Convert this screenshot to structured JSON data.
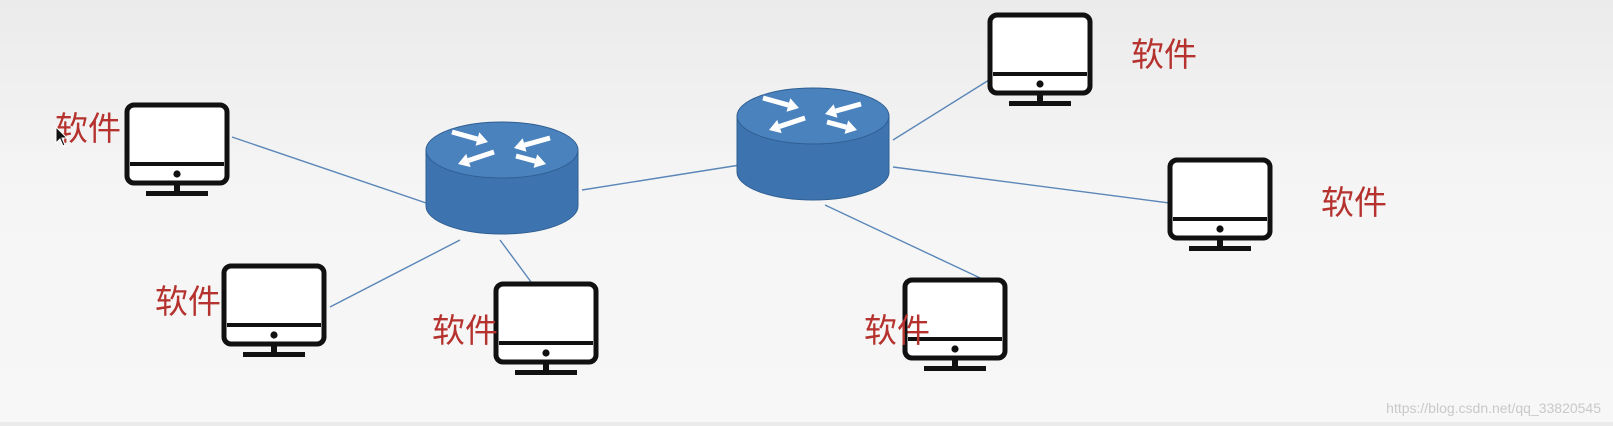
{
  "diagram": {
    "computers": [
      {
        "id": "pc-1",
        "label": "软件"
      },
      {
        "id": "pc-2",
        "label": "软件"
      },
      {
        "id": "pc-3",
        "label": "软件"
      },
      {
        "id": "pc-4",
        "label": "软件"
      },
      {
        "id": "pc-5",
        "label": "软件"
      },
      {
        "id": "pc-6",
        "label": "软件"
      }
    ],
    "routers": [
      {
        "id": "router-left"
      },
      {
        "id": "router-right"
      }
    ],
    "links": [
      [
        "pc-1",
        "router-left"
      ],
      [
        "pc-2",
        "router-left"
      ],
      [
        "pc-3",
        "router-left"
      ],
      [
        "router-left",
        "router-right"
      ],
      [
        "router-right",
        "pc-4"
      ],
      [
        "router-right",
        "pc-5"
      ],
      [
        "router-right",
        "pc-6"
      ]
    ],
    "colors": {
      "router_body": "#3d74b0",
      "router_top": "#4a82bd",
      "link": "#5a86b8",
      "label": "#b5322e",
      "monitor": "#111111"
    },
    "icons": {
      "computer": "monitor-icon",
      "router": "router-icon"
    }
  },
  "watermark": "https://blog.csdn.net/qq_33820545"
}
